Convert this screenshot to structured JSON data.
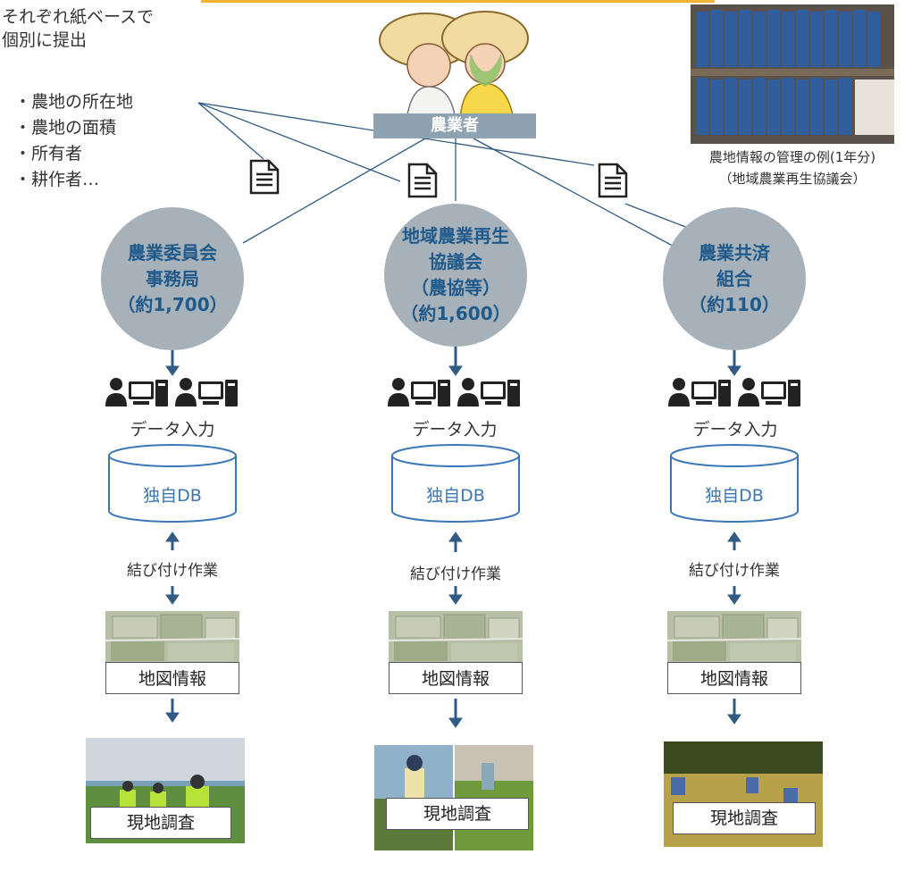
{
  "intro": [
    "それぞれ紙ベースで",
    "個別に提出"
  ],
  "fields": [
    "・農地の所在地",
    "・農地の面積",
    "・所有者",
    "・耕作者…"
  ],
  "farmer_label": "農業者",
  "photo_caption": [
    "農地情報の管理の例(1年分)",
    "（地域農業再生協議会）"
  ],
  "orgs": [
    {
      "name": "農業委員会\n事務局\n（約1,700）"
    },
    {
      "name": "地域農業再生\n協議会\n（農協等）\n（約1,600）"
    },
    {
      "name": "農業共済\n組合\n（約110）"
    }
  ],
  "steps": {
    "data_entry": "データ入力",
    "db": "独自DB",
    "link": "結び付け作業",
    "map": "地図情報",
    "survey": "現地調査"
  },
  "colors": {
    "accent_line": "#f2b233",
    "circle_fill": "#a7b1ba",
    "circle_text": "#205a8a",
    "farmer_label_bg": "#8fa2b1",
    "db_stroke": "#3b77b6",
    "arrow": "#2f5b85",
    "connector": "#2f5b85"
  },
  "icons": [
    "document-icon",
    "office-worker-icon",
    "database-icon",
    "arrow-down-icon"
  ]
}
